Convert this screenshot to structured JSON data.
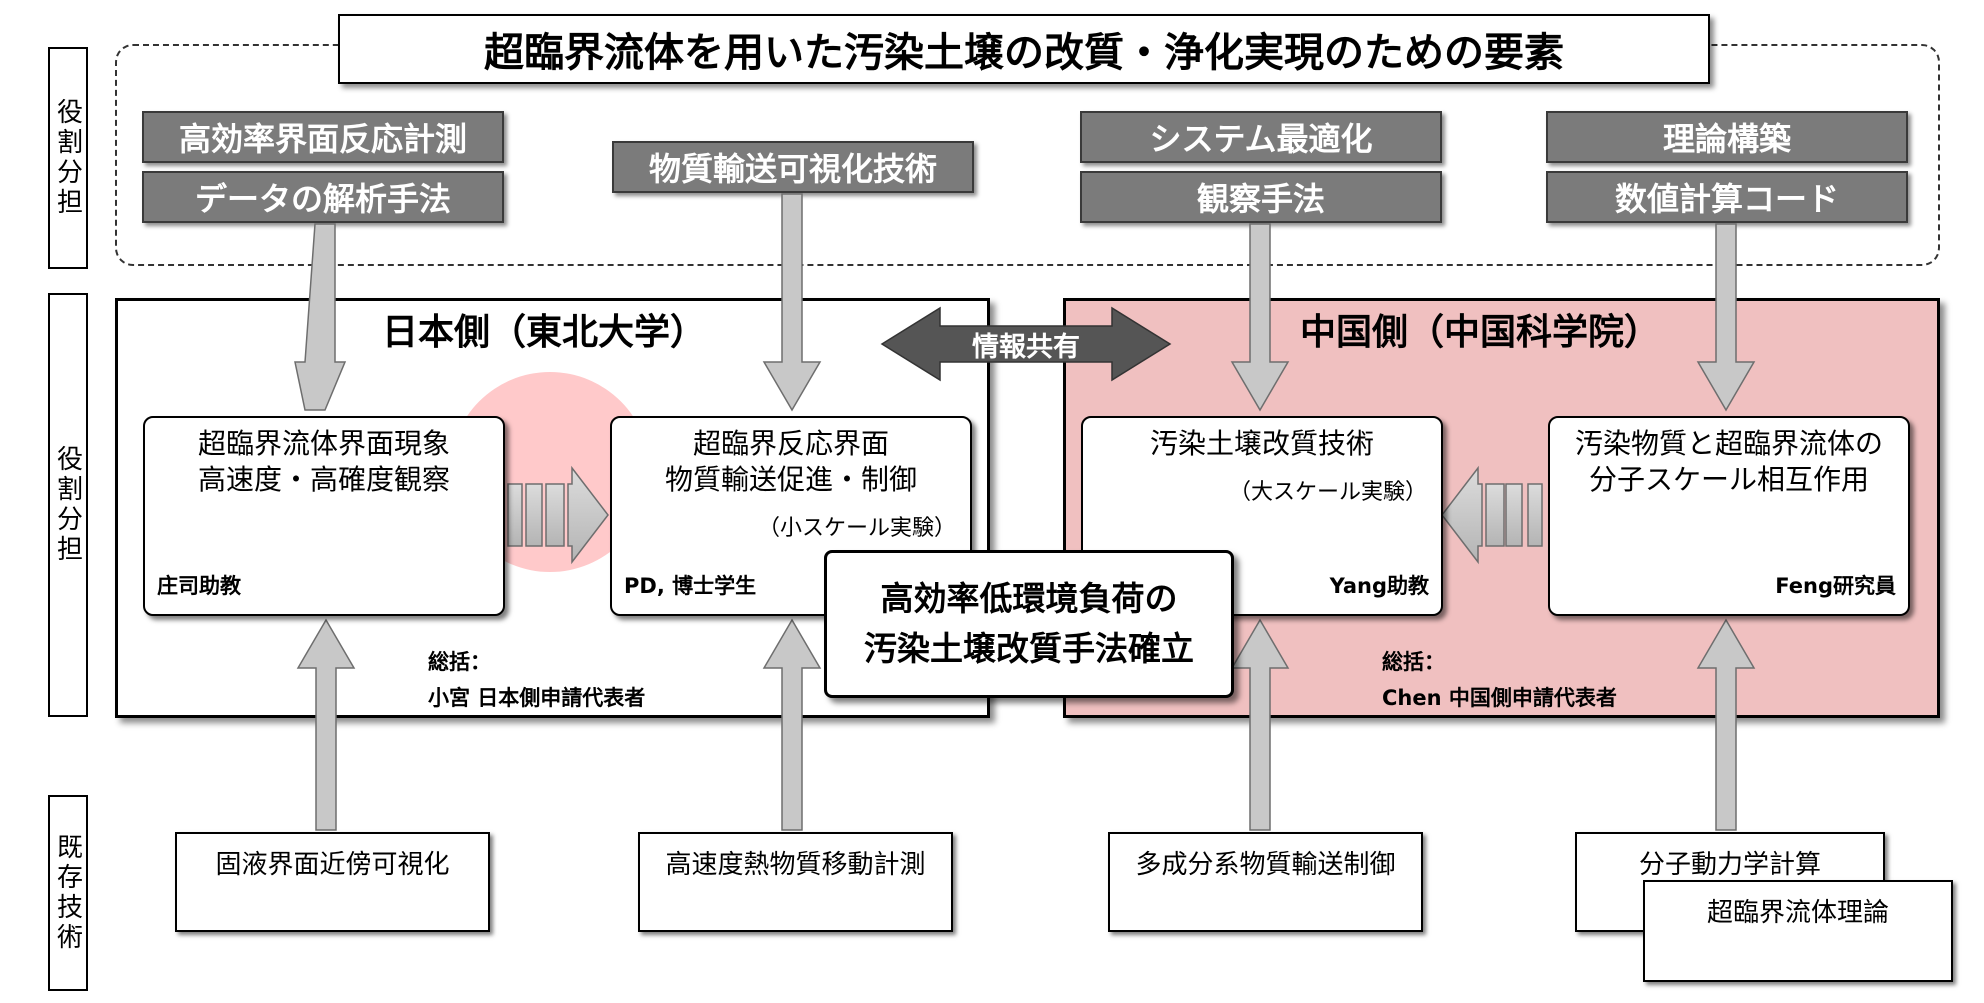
{
  "title": "超臨界流体を用いた汚染土壌の改質・浄化実現のための要素",
  "side_labels": {
    "top": "役割分担",
    "middle": "役割分担",
    "bottom": "既存技術"
  },
  "elements": {
    "col1_top": "高効率界面反応計測",
    "col1_bottom": "データの解析手法",
    "col2": "物質輸送可視化技術",
    "col3_top": "システム最適化",
    "col3_bottom": "観察手法",
    "col4_top": "理論構築",
    "col4_bottom": "数値計算コード"
  },
  "japan": {
    "title": "日本側（東北大学）",
    "card1": {
      "text": "超臨界流体界面現象\n高速度・高確度観察",
      "person": "庄司助教"
    },
    "card2": {
      "text": "超臨界反応界面\n物質輸送促進・制御",
      "note": "（小スケール実験）",
      "person": "PD, 博士学生"
    },
    "lead_label": "総括：",
    "lead_name": "小宮 日本側申請代表者"
  },
  "china": {
    "title": "中国側（中国科学院）",
    "card1": {
      "text": "汚染土壌改質技術",
      "note": "（大スケール実験）",
      "person": "Yang助教"
    },
    "card2": {
      "text": "汚染物質と超臨界流体の\n分子スケール相互作用",
      "person": "Feng研究員"
    },
    "lead_label": "総括：",
    "lead_name": "Chen 中国側申請代表者"
  },
  "info_sharing": "情報共有",
  "goal": {
    "line1": "高効率低環境負荷の",
    "line2": "汚染土壌改質手法確立"
  },
  "existing_tech": {
    "tech1": "固液界面近傍可視化",
    "tech2": "高速度熱物質移動計測",
    "tech3": "多成分系物質輸送制御",
    "tech4": "分子動力学計算",
    "tech5": "超臨界流体理論"
  },
  "colors": {
    "gray_box": "#7b7b7b",
    "china_panel": "#f0c0c0",
    "sun": "#ffc9ca",
    "arrow_fill": "#c8c8c8",
    "info_arrow": "#555555"
  }
}
